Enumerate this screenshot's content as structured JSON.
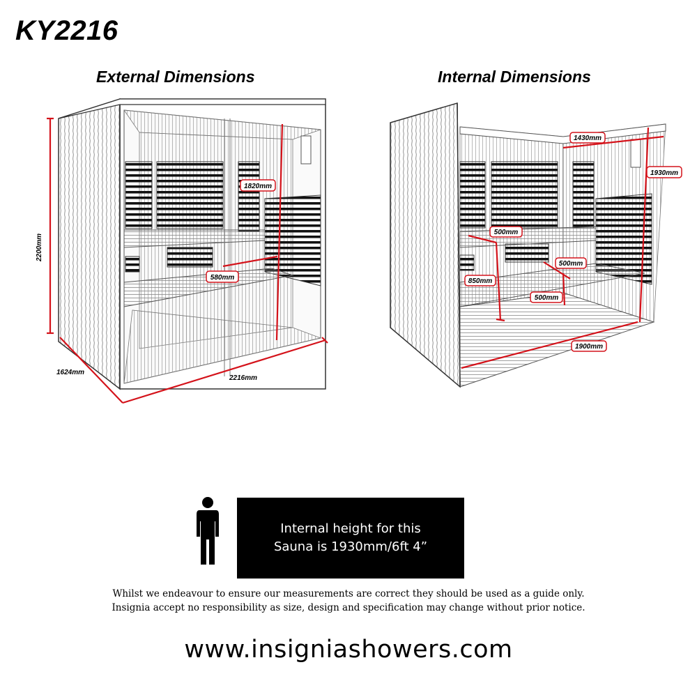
{
  "model": "KY2216",
  "external": {
    "title": "External Dimensions",
    "height": "2200mm",
    "depth": "1624mm",
    "width": "2216mm",
    "inner_height": "1820mm",
    "bench_depth": "580mm"
  },
  "internal": {
    "title": "Internal Dimensions",
    "depth": "1430mm",
    "height": "1930mm",
    "bench_upper": "500mm",
    "bench_height": "850mm",
    "bench_right_a": "500mm",
    "bench_right_b": "500mm",
    "width": "1900mm"
  },
  "info_box": {
    "line1": "Internal height for this",
    "line2": "Sauna is 1930mm/6ft 4”"
  },
  "disclaimer": {
    "line1": "Whilst we endeavour to ensure our measurements are correct they should be used as a guide only.",
    "line2": "Insignia accept no responsibility as size, design and specification may change without prior notice."
  },
  "website": "www.insigniashowers.com",
  "colors": {
    "dimension_line": "#d4121a",
    "outline": "#333333",
    "info_box_bg": "#000000"
  },
  "icons": [
    "person-silhouette-icon"
  ]
}
